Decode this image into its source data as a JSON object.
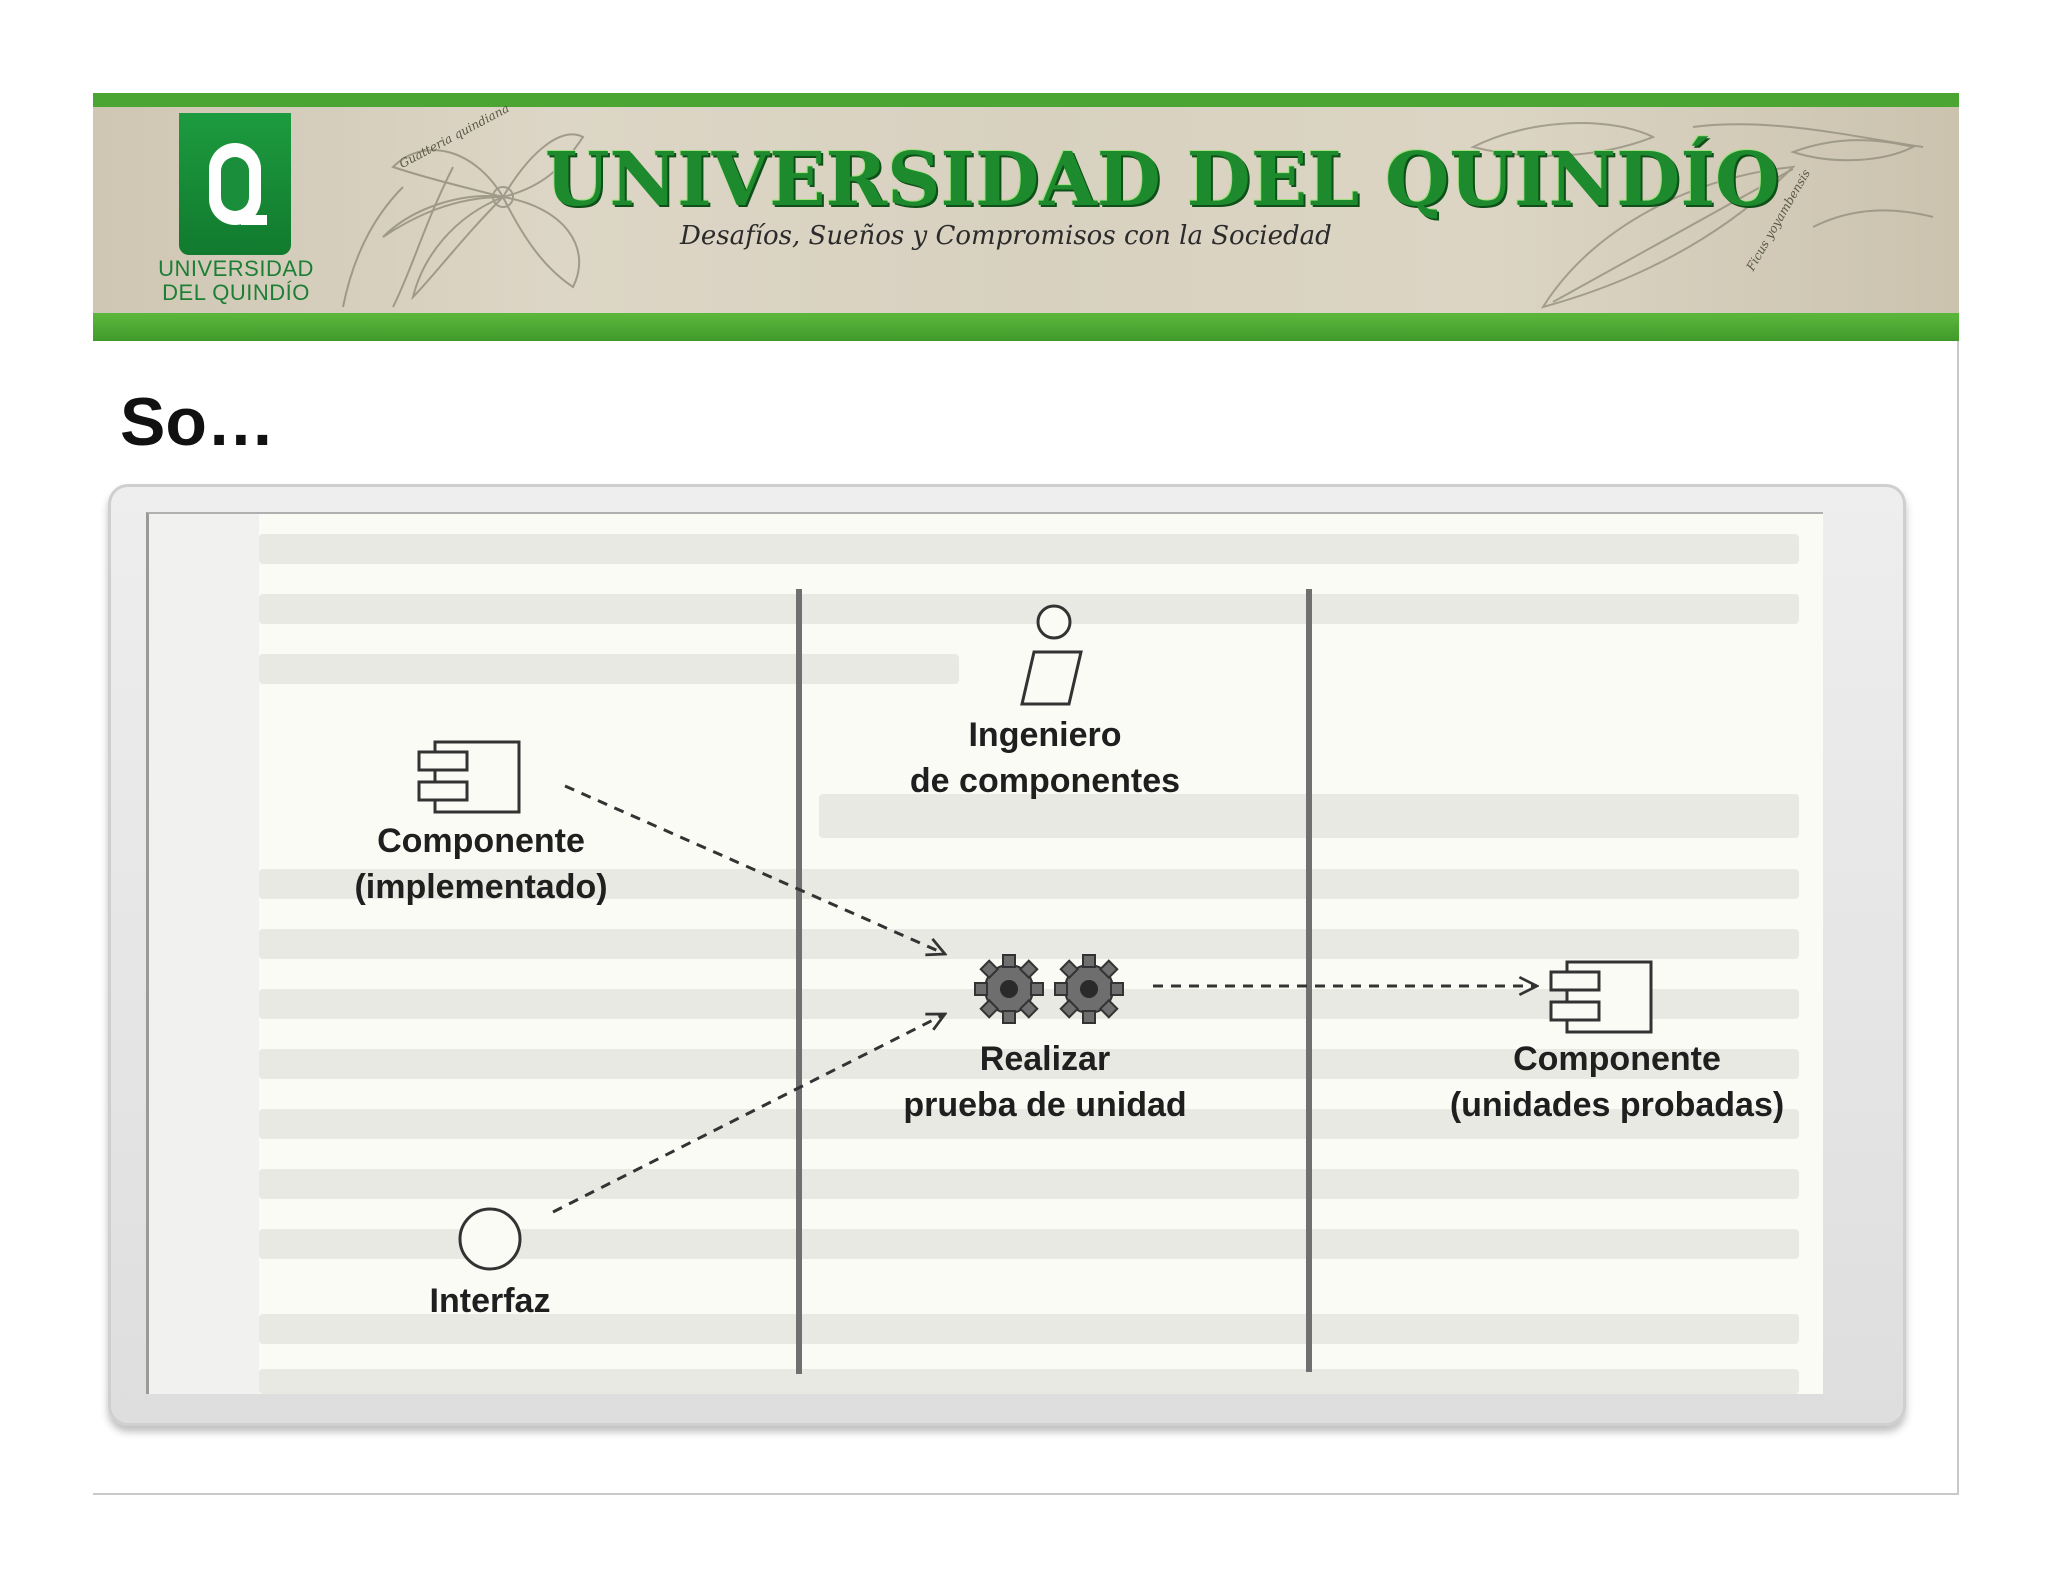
{
  "banner": {
    "title": "UNIVERSIDAD DEL QUINDÍO",
    "motto": "Desafíos, Sueños y Compromisos con la Sociedad",
    "logo_line1": "UNIVERSIDAD",
    "logo_line2": "DEL QUINDÍO",
    "plant_left": "Guatteria quindiana",
    "plant_right": "Ficus yoyambensis",
    "colors": {
      "green_stripe": "#4aa532",
      "title_green": "#1e8a2e",
      "logo_green": "#1d9b3f"
    }
  },
  "slide": {
    "heading": "So…"
  },
  "diagram": {
    "nodes": {
      "component_implemented": {
        "line1": "Componente",
        "line2": "(implementado)",
        "icon": "component-icon"
      },
      "interface": {
        "line1": "Interfaz",
        "icon": "interface-circle-icon"
      },
      "engineer": {
        "line1": "Ingeniero",
        "line2": "de componentes",
        "icon": "worker-icon"
      },
      "activity": {
        "line1": "Realizar",
        "line2": "prueba de unidad",
        "icon": "gears-icon"
      },
      "component_tested": {
        "line1": "Componente",
        "line2": "(unidades probadas)",
        "icon": "component-icon"
      }
    },
    "edges": [
      {
        "from": "component_implemented",
        "to": "activity",
        "style": "dashed-arrow"
      },
      {
        "from": "interface",
        "to": "activity",
        "style": "dashed-arrow"
      },
      {
        "from": "activity",
        "to": "component_tested",
        "style": "dashed-arrow"
      }
    ],
    "swimlanes": 3
  }
}
